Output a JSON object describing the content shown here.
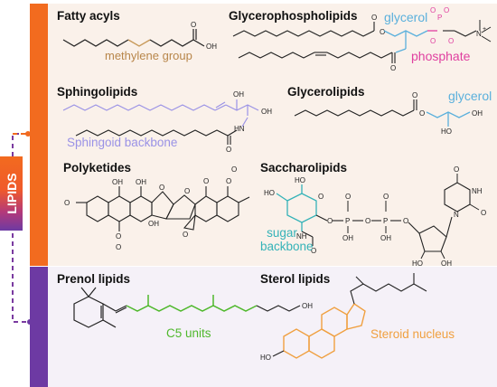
{
  "sidebar": {
    "label": "LIPIDS"
  },
  "panels": {
    "fatty_acyls": {
      "title": "Fatty acyls",
      "annotation": "methylene group",
      "atoms": [
        "O",
        "OH"
      ]
    },
    "glycerophospholipids": {
      "title": "Glycerophospholipids",
      "glycerol": "glycerol",
      "phosphate": "phosphate",
      "atoms": [
        "O",
        "O",
        "O",
        "P",
        "O",
        "O",
        "O",
        "O",
        "N",
        "+"
      ]
    },
    "sphingolipids": {
      "title": "Sphingolipids",
      "annotation": "Sphingoid backbone",
      "atoms": [
        "OH",
        "OH",
        "HN",
        "O"
      ]
    },
    "glycerolipids": {
      "title": "Glycerolipids",
      "glycerol": "glycerol",
      "atoms": [
        "O",
        "O",
        "HO",
        "OH"
      ]
    },
    "polyketides": {
      "title": "Polyketides",
      "atoms": [
        "O",
        "OH",
        "O",
        "OH",
        "O",
        "O",
        "O",
        "OH",
        "O",
        "O",
        "O",
        "O"
      ]
    },
    "saccharolipids": {
      "title": "Saccharolipids",
      "annotation_line1": "sugar",
      "annotation_line2": "backbone",
      "atoms": [
        "HO",
        "HO",
        "NH",
        "O",
        "O",
        "O",
        "P",
        "O",
        "P",
        "O",
        "OH",
        "OH",
        "O",
        "O",
        "N",
        "NH",
        "O",
        "O",
        "HO",
        "OH"
      ]
    },
    "prenol_lipids": {
      "title": "Prenol lipids",
      "annotation": "C5 units",
      "atoms": [
        "OH"
      ]
    },
    "sterol_lipids": {
      "title": "Sterol lipids",
      "annotation": "Steroid nucleus",
      "atoms": [
        "HO"
      ]
    }
  },
  "colors": {
    "orange_bar": "#f26b1f",
    "purple_bar": "#6d3aa3",
    "methylene": "#b8864a",
    "glycerol": "#5ab0dc",
    "phosphate": "#e040a0",
    "sphingoid": "#9a92e6",
    "sugar": "#35b3b8",
    "prenol": "#4fb82c",
    "steroid": "#f0a040"
  }
}
